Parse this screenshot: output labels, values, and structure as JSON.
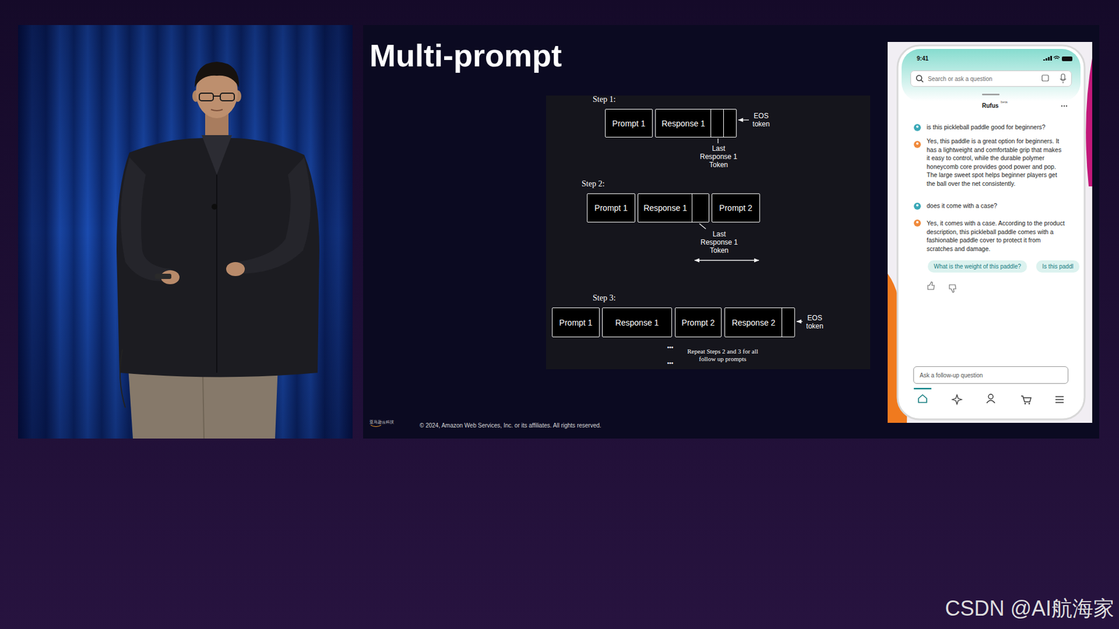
{
  "diagram": {
    "title": "Multi-prompt",
    "nodes": [
      {
        "text": [
          "Prompt 1"
        ]
      },
      {
        "text": [
          "Response 1"
        ]
      },
      {
        "text": [
          "Prompt 1"
        ]
      },
      {
        "text": [
          "Response 1"
        ]
      },
      {
        "text": [
          "Prompt 2"
        ]
      },
      {
        "text": [
          "Prompt 1"
        ]
      },
      {
        "text": [
          "Response 1"
        ]
      },
      {
        "text": [
          "Prompt 2"
        ]
      },
      {
        "text": [
          "Response 2"
        ]
      },
      {
        "text": [
          "Search or ask a question"
        ]
      },
      {
        "text": [
          "What is the weight of this paddle?"
        ]
      },
      {
        "text": [
          "Is this paddl"
        ]
      },
      {
        "text": [
          "Ask a follow-up question"
        ]
      }
    ],
    "labels": [
      "Step 1:",
      "EOS token",
      "Last Response 1 Token",
      "Step 2:",
      "Last Response 1 Token",
      "Step 3:",
      "EOS token",
      "•••",
      "•••",
      "Repeat Steps 2 and 3 for all follow up prompts",
      "亚马逊云科技",
      "© 2024, Amazon Web Services, Inc. or its affiliates. All rights reserved.",
      "9:41",
      "Rufus",
      "beta",
      "is this pickleball paddle good for beginners?",
      "Yes, this paddle is a great option for beginners. It has a lightweight and comfortable grip that makes it easy to control, while the durable polymer honeycomb core provides good power and pop. The large sweet spot helps beginner players get the ball over the net consistently.",
      "does it come with a case?",
      "Yes, it comes with a case. According to the product description, this pickleball paddle comes with a fashionable paddle cover to protect it from scratches and damage.",
      "CSDN @AI航海家"
    ]
  }
}
